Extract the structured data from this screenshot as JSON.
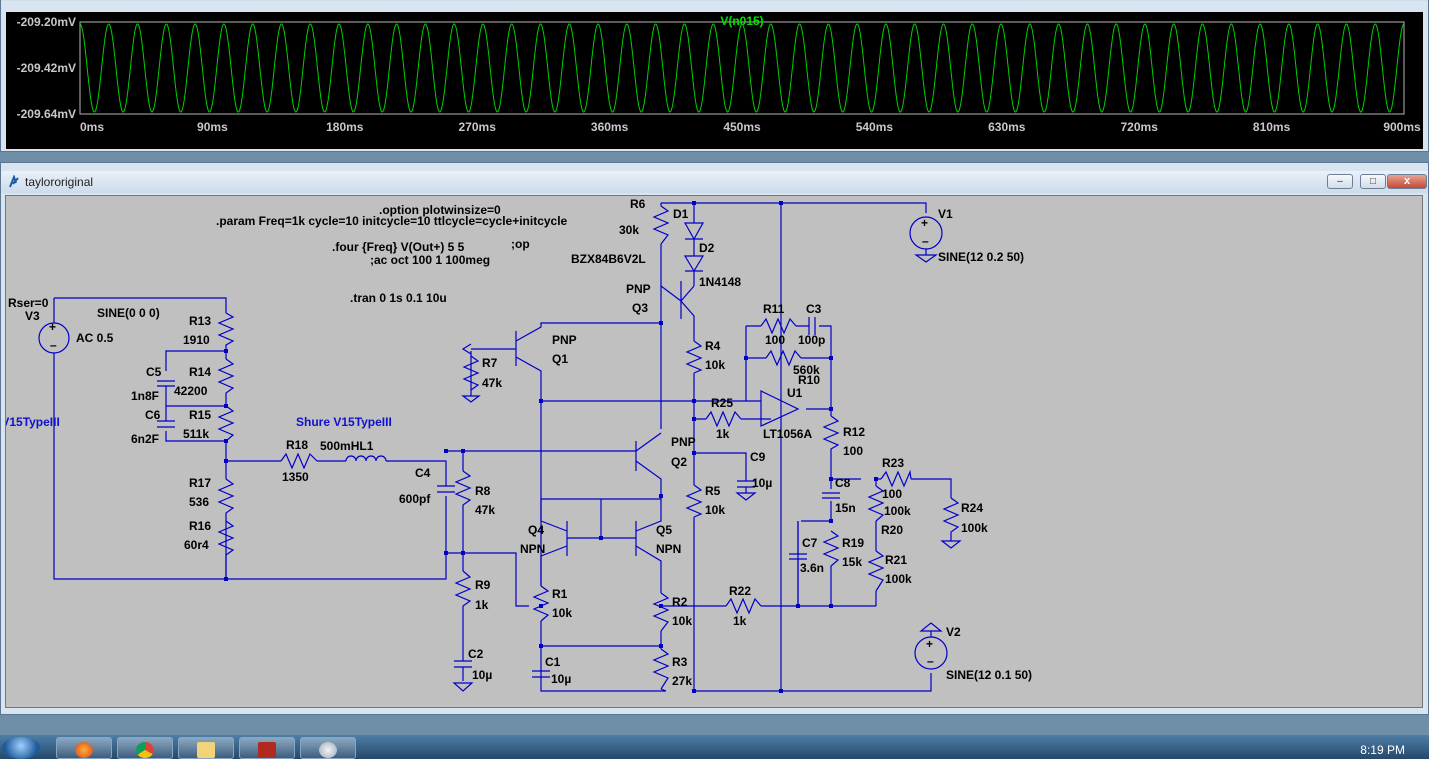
{
  "top_window": {
    "title": "taylororiginal"
  },
  "plot": {
    "trace": "V(n015)",
    "yticks": [
      "-209.20mV",
      "-209.42mV",
      "-209.64mV"
    ],
    "xticks": [
      "0ms",
      "90ms",
      "180ms",
      "270ms",
      "360ms",
      "450ms",
      "540ms",
      "630ms",
      "720ms",
      "810ms",
      "900ms"
    ],
    "cycles": 46,
    "color": "#00d000"
  },
  "schematic_window": {
    "title": "taylororiginal"
  },
  "directives": {
    "option": ".option plotwinsize=0",
    "param": ".param Freq=1k cycle=10 initcycle=10 ttlcycle=cycle+initcycle",
    "four": ".four {Freq} V(Out+) 5 5",
    "op": ";op",
    "ac": ";ac oct 100 1 100meg",
    "tran": ".tran 0 1s 0.1 10u"
  },
  "labels": {
    "shure": "Shure V15TypeIII"
  },
  "parts": [
    {
      "id": "v3",
      "text": "Rser=0"
    },
    {
      "id": "v3n",
      "text": "V3"
    },
    {
      "id": "v3s",
      "text": "SINE(0 0 0)"
    },
    {
      "id": "v3ac",
      "text": "AC 0.5"
    },
    {
      "id": "r13",
      "text": "R13"
    },
    {
      "id": "r13v",
      "text": "1910"
    },
    {
      "id": "c5",
      "text": "C5"
    },
    {
      "id": "c5v",
      "text": "1n8F"
    },
    {
      "id": "r14",
      "text": "R14"
    },
    {
      "id": "r14v",
      "text": "42200"
    },
    {
      "id": "c6",
      "text": "C6"
    },
    {
      "id": "c6v",
      "text": "6n2F"
    },
    {
      "id": "r15",
      "text": "R15"
    },
    {
      "id": "r15v",
      "text": "511k"
    },
    {
      "id": "r17",
      "text": "R17"
    },
    {
      "id": "r17v",
      "text": "536"
    },
    {
      "id": "r16",
      "text": "R16"
    },
    {
      "id": "r16v",
      "text": "60r4"
    },
    {
      "id": "r18",
      "text": "R18"
    },
    {
      "id": "r18v",
      "text": "1350"
    },
    {
      "id": "l1",
      "text": "500mHL1"
    },
    {
      "id": "c4",
      "text": "C4"
    },
    {
      "id": "c4v",
      "text": "600pf"
    },
    {
      "id": "r8",
      "text": "R8"
    },
    {
      "id": "r8v",
      "text": "47k"
    },
    {
      "id": "r9",
      "text": "R9"
    },
    {
      "id": "r9v",
      "text": "1k"
    },
    {
      "id": "c2",
      "text": "C2"
    },
    {
      "id": "c2v",
      "text": "10µ"
    },
    {
      "id": "r7",
      "text": "R7"
    },
    {
      "id": "r7v",
      "text": "47k"
    },
    {
      "id": "q1t",
      "text": "PNP"
    },
    {
      "id": "q1",
      "text": "Q1"
    },
    {
      "id": "r6",
      "text": "R6"
    },
    {
      "id": "r6v",
      "text": "30k"
    },
    {
      "id": "d1",
      "text": "D1"
    },
    {
      "id": "d2",
      "text": "D2"
    },
    {
      "id": "bzx",
      "text": "BZX84B6V2L"
    },
    {
      "id": "d2v",
      "text": "1N4148"
    },
    {
      "id": "q3t",
      "text": "PNP"
    },
    {
      "id": "q3",
      "text": "Q3"
    },
    {
      "id": "r4",
      "text": "R4"
    },
    {
      "id": "r4v",
      "text": "10k"
    },
    {
      "id": "r25",
      "text": "R25"
    },
    {
      "id": "r25v",
      "text": "1k"
    },
    {
      "id": "q2t",
      "text": "PNP"
    },
    {
      "id": "q2",
      "text": "Q2"
    },
    {
      "id": "c9",
      "text": "C9"
    },
    {
      "id": "c9v",
      "text": "10µ"
    },
    {
      "id": "r5",
      "text": "R5"
    },
    {
      "id": "r5v",
      "text": "10k"
    },
    {
      "id": "q4",
      "text": "Q4"
    },
    {
      "id": "q4t",
      "text": "NPN"
    },
    {
      "id": "q5",
      "text": "Q5"
    },
    {
      "id": "q5t",
      "text": "NPN"
    },
    {
      "id": "r1",
      "text": "R1"
    },
    {
      "id": "r1v",
      "text": "10k"
    },
    {
      "id": "r2",
      "text": "R2"
    },
    {
      "id": "r2v",
      "text": "10k"
    },
    {
      "id": "c1",
      "text": "C1"
    },
    {
      "id": "c1v",
      "text": "10µ"
    },
    {
      "id": "r3",
      "text": "R3"
    },
    {
      "id": "r3v",
      "text": "27k"
    },
    {
      "id": "r22",
      "text": "R22"
    },
    {
      "id": "r22v",
      "text": "1k"
    },
    {
      "id": "r11",
      "text": "R11"
    },
    {
      "id": "r11v",
      "text": "100"
    },
    {
      "id": "c3",
      "text": "C3"
    },
    {
      "id": "c3v",
      "text": "100p"
    },
    {
      "id": "r10v",
      "text": "560k"
    },
    {
      "id": "r10",
      "text": "R10"
    },
    {
      "id": "u1",
      "text": "U1"
    },
    {
      "id": "u1v",
      "text": "LT1056A"
    },
    {
      "id": "r12",
      "text": "R12"
    },
    {
      "id": "r12v",
      "text": "100"
    },
    {
      "id": "c8",
      "text": "C8"
    },
    {
      "id": "c8v",
      "text": "15n"
    },
    {
      "id": "c7",
      "text": "C7"
    },
    {
      "id": "c7v",
      "text": "3.6n"
    },
    {
      "id": "r19",
      "text": "R19"
    },
    {
      "id": "r19v",
      "text": "15k"
    },
    {
      "id": "r23",
      "text": "R23"
    },
    {
      "id": "r23v",
      "text": "100"
    },
    {
      "id": "r20v",
      "text": "100k"
    },
    {
      "id": "r20",
      "text": "R20"
    },
    {
      "id": "r21",
      "text": "R21"
    },
    {
      "id": "r21v",
      "text": "100k"
    },
    {
      "id": "r24",
      "text": "R24"
    },
    {
      "id": "r24v",
      "text": "100k"
    },
    {
      "id": "v1",
      "text": "V1"
    },
    {
      "id": "v1s",
      "text": "SINE(12 0.2 50)"
    },
    {
      "id": "v2",
      "text": "V2"
    },
    {
      "id": "v2s",
      "text": "SINE(12 0.1 50)"
    }
  ],
  "taskbar": {
    "time": "8:19 PM"
  },
  "colors": {
    "wire": "#0000c8",
    "bg": "#c0c0c0",
    "label": "#000000",
    "netlabel": "#1010d0"
  }
}
